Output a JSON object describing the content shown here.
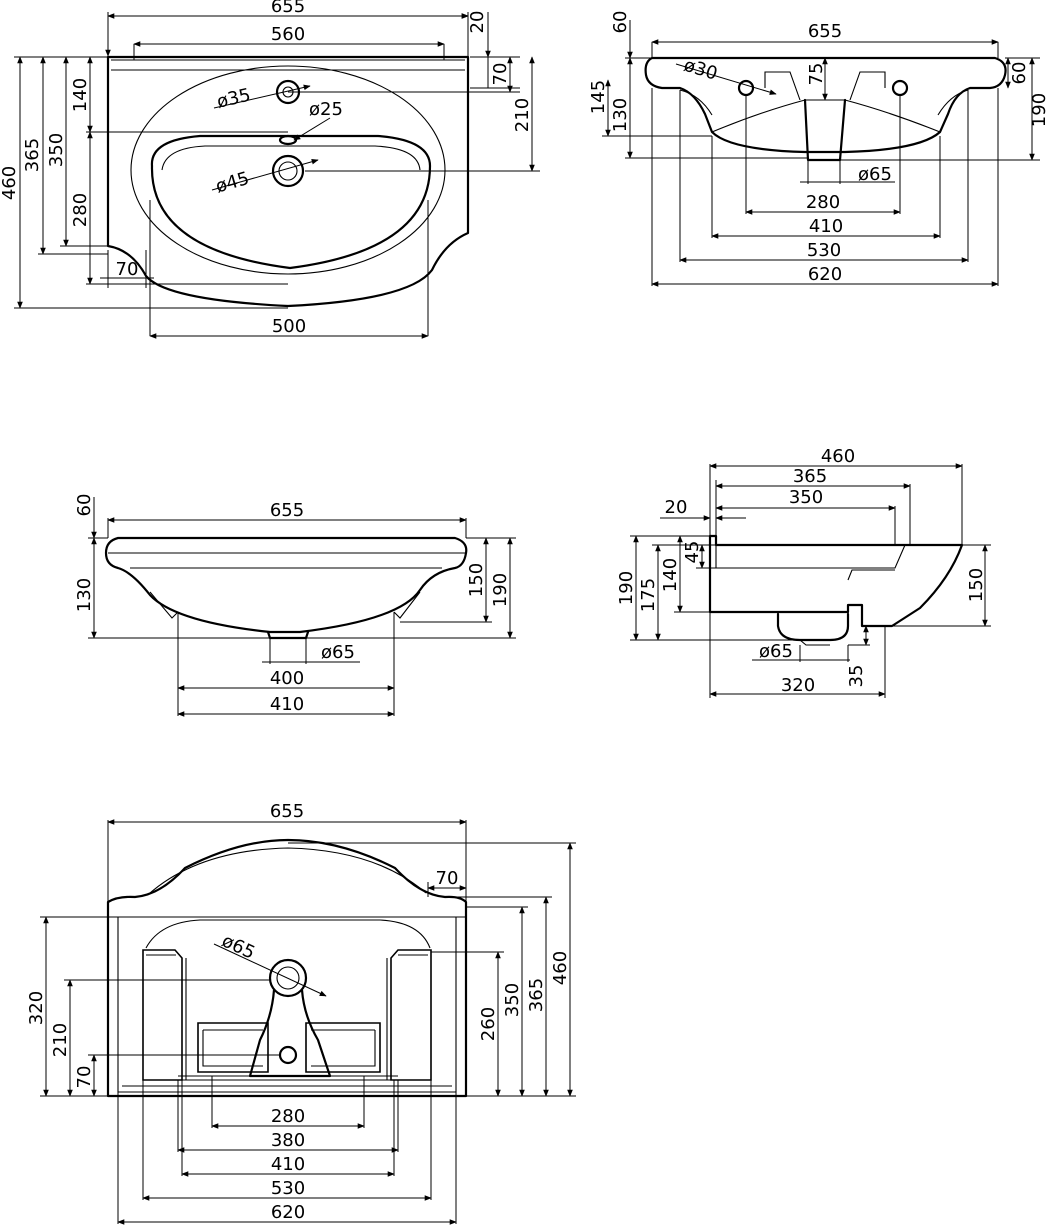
{
  "top_view": {
    "w655": "655",
    "w560": "560",
    "w500": "500",
    "d20": "20",
    "d70": "70",
    "d210": "210",
    "h460": "460",
    "h365": "365",
    "h350": "350",
    "h140": "140",
    "h280": "280",
    "l70": "70",
    "dia35": "ø35",
    "dia25": "ø25",
    "dia45": "ø45"
  },
  "rear_view": {
    "w655": "655",
    "h60": "60",
    "h145": "145",
    "h130": "130",
    "r60": "60",
    "r190": "190",
    "dia30": "ø30",
    "v75": "75",
    "dia65": "ø65",
    "w280": "280",
    "w410": "410",
    "w530": "530",
    "w620": "620"
  },
  "front_view": {
    "w655": "655",
    "h60": "60",
    "h130": "130",
    "h150": "150",
    "h190": "190",
    "dia65": "ø65",
    "w400": "400",
    "w410": "410"
  },
  "side_view": {
    "w460": "460",
    "w365": "365",
    "w350": "350",
    "d20": "20",
    "h190": "190",
    "h175": "175",
    "h140": "140",
    "h45": "45",
    "h150": "150",
    "dia65": "ø65",
    "w320": "320",
    "v35": "35"
  },
  "bottom_view": {
    "w655": "655",
    "d70": "70",
    "h460": "460",
    "h365": "365",
    "h350": "350",
    "h260": "260",
    "l320": "320",
    "l210": "210",
    "l70": "70",
    "dia65": "ø65",
    "w280": "280",
    "w380": "380",
    "w410": "410",
    "w530": "530",
    "w620": "620"
  }
}
